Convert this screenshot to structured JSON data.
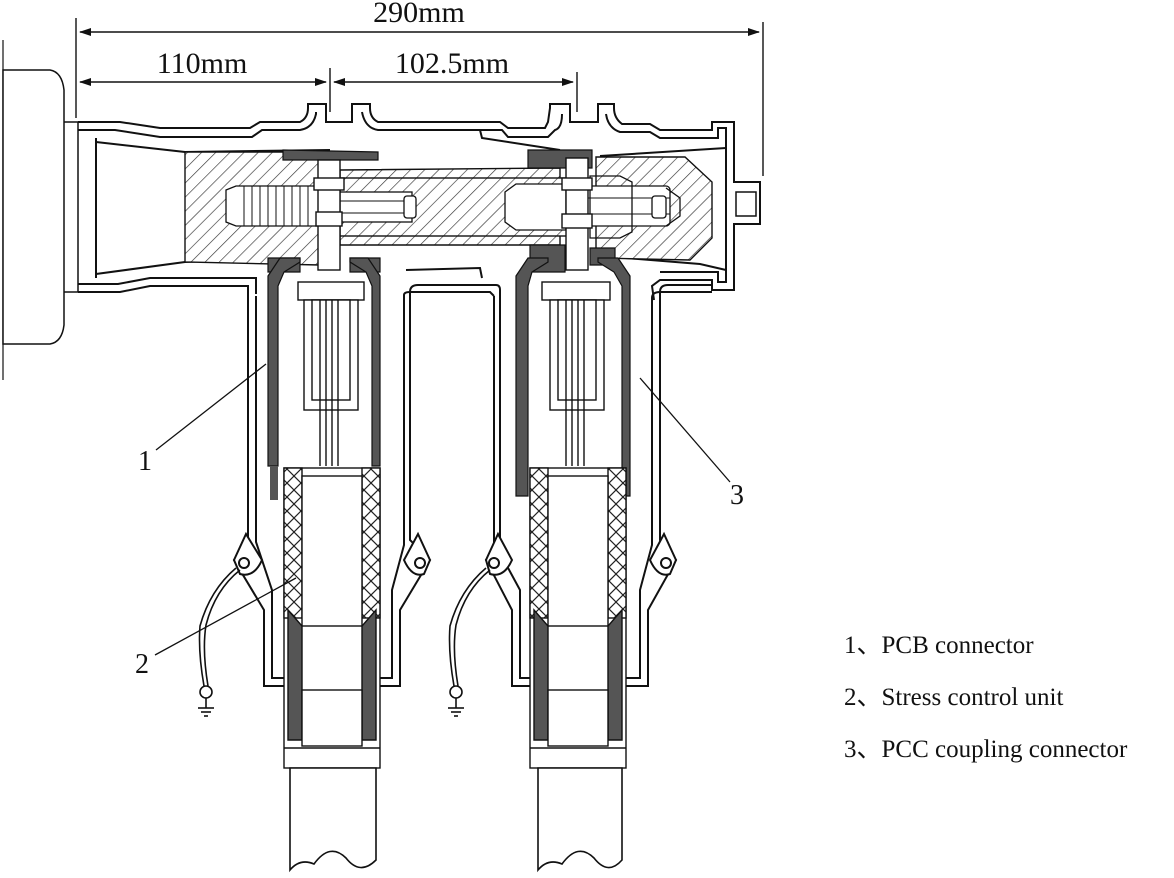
{
  "dimensions": {
    "overall": "290mm",
    "left_span": "110mm",
    "right_span": "102.5mm"
  },
  "callouts": [
    "1",
    "2",
    "3"
  ],
  "legend": [
    "1、PCB connector",
    "2、Stress control unit",
    "3、PCC coupling connector"
  ]
}
